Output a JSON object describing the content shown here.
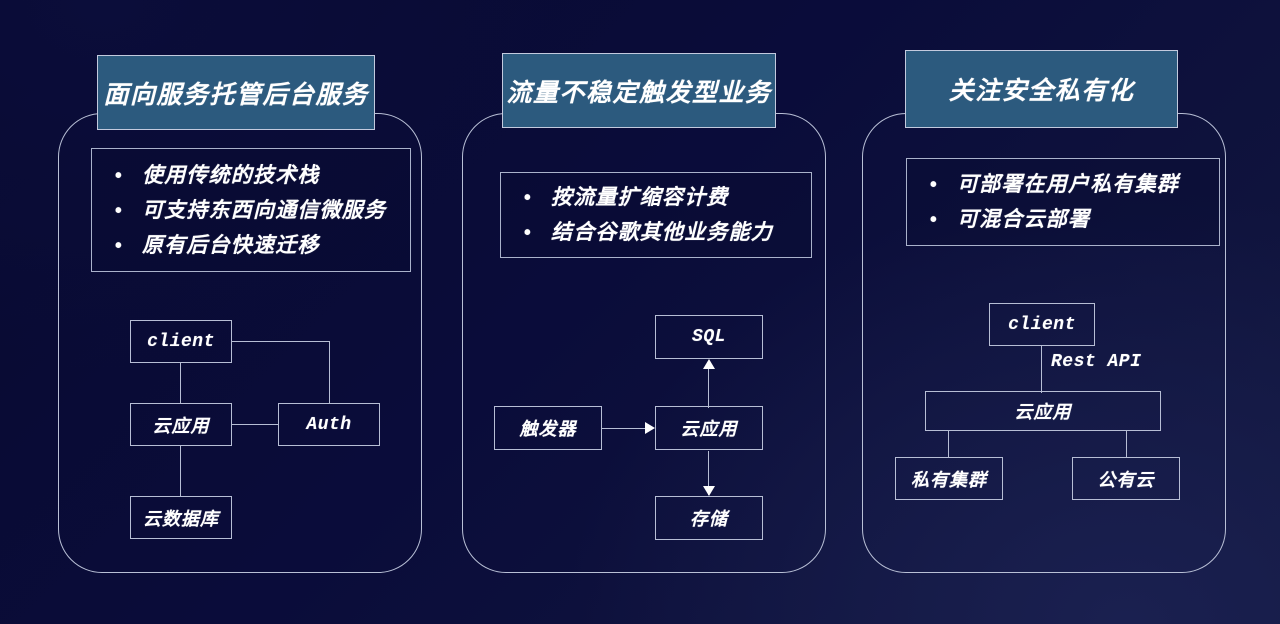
{
  "slide": {
    "background_color": "#0a0c38",
    "accent_color": "#2c5a7e",
    "line_color": "#b7bed5",
    "text_color": "#ffffff",
    "bullet_glyph": "•"
  },
  "columns": [
    {
      "id": "col-managed-backend",
      "header": "面向服务托管后台服务",
      "bullets": [
        "使用传统的技术栈",
        "可支持东西向通信微服务",
        "原有后台快速迁移"
      ],
      "diagram": {
        "nodes": [
          {
            "id": "client",
            "label": "client",
            "script": "latin"
          },
          {
            "id": "cloudapp",
            "label": "云应用",
            "script": "cjk"
          },
          {
            "id": "auth",
            "label": "Auth",
            "script": "latin"
          },
          {
            "id": "clouddb",
            "label": "云数据库",
            "script": "cjk"
          }
        ],
        "edges": [
          {
            "from": "client",
            "to": "cloudapp",
            "arrow": "none"
          },
          {
            "from": "client",
            "to": "auth",
            "arrow": "none"
          },
          {
            "from": "cloudapp",
            "to": "auth",
            "arrow": "none"
          },
          {
            "from": "cloudapp",
            "to": "clouddb",
            "arrow": "none"
          }
        ]
      }
    },
    {
      "id": "col-bursty-traffic",
      "header": "流量不稳定触发型业务",
      "bullets": [
        "按流量扩缩容计费",
        "结合谷歌其他业务能力"
      ],
      "diagram": {
        "nodes": [
          {
            "id": "sql",
            "label": "SQL",
            "script": "latin"
          },
          {
            "id": "trigger",
            "label": "触发器",
            "script": "cjk"
          },
          {
            "id": "cloudapp",
            "label": "云应用",
            "script": "cjk"
          },
          {
            "id": "storage",
            "label": "存储",
            "script": "cjk"
          }
        ],
        "edges": [
          {
            "from": "trigger",
            "to": "cloudapp",
            "arrow": "right"
          },
          {
            "from": "cloudapp",
            "to": "sql",
            "arrow": "up"
          },
          {
            "from": "cloudapp",
            "to": "storage",
            "arrow": "down"
          }
        ]
      }
    },
    {
      "id": "col-security-private",
      "header": "关注安全私有化",
      "bullets": [
        "可部署在用户私有集群",
        "可混合云部署"
      ],
      "diagram": {
        "nodes": [
          {
            "id": "client",
            "label": "client",
            "script": "latin"
          },
          {
            "id": "cloudapp",
            "label": "云应用",
            "script": "cjk"
          },
          {
            "id": "privatek8s",
            "label": "私有集群",
            "script": "cjk"
          },
          {
            "id": "publiccloud",
            "label": "公有云",
            "script": "cjk"
          }
        ],
        "edges": [
          {
            "from": "client",
            "to": "cloudapp",
            "arrow": "none",
            "label": "Rest API"
          },
          {
            "from": "cloudapp",
            "to": "privatek8s",
            "arrow": "none"
          },
          {
            "from": "cloudapp",
            "to": "publiccloud",
            "arrow": "none"
          }
        ],
        "edge_label": "Rest API"
      }
    }
  ]
}
